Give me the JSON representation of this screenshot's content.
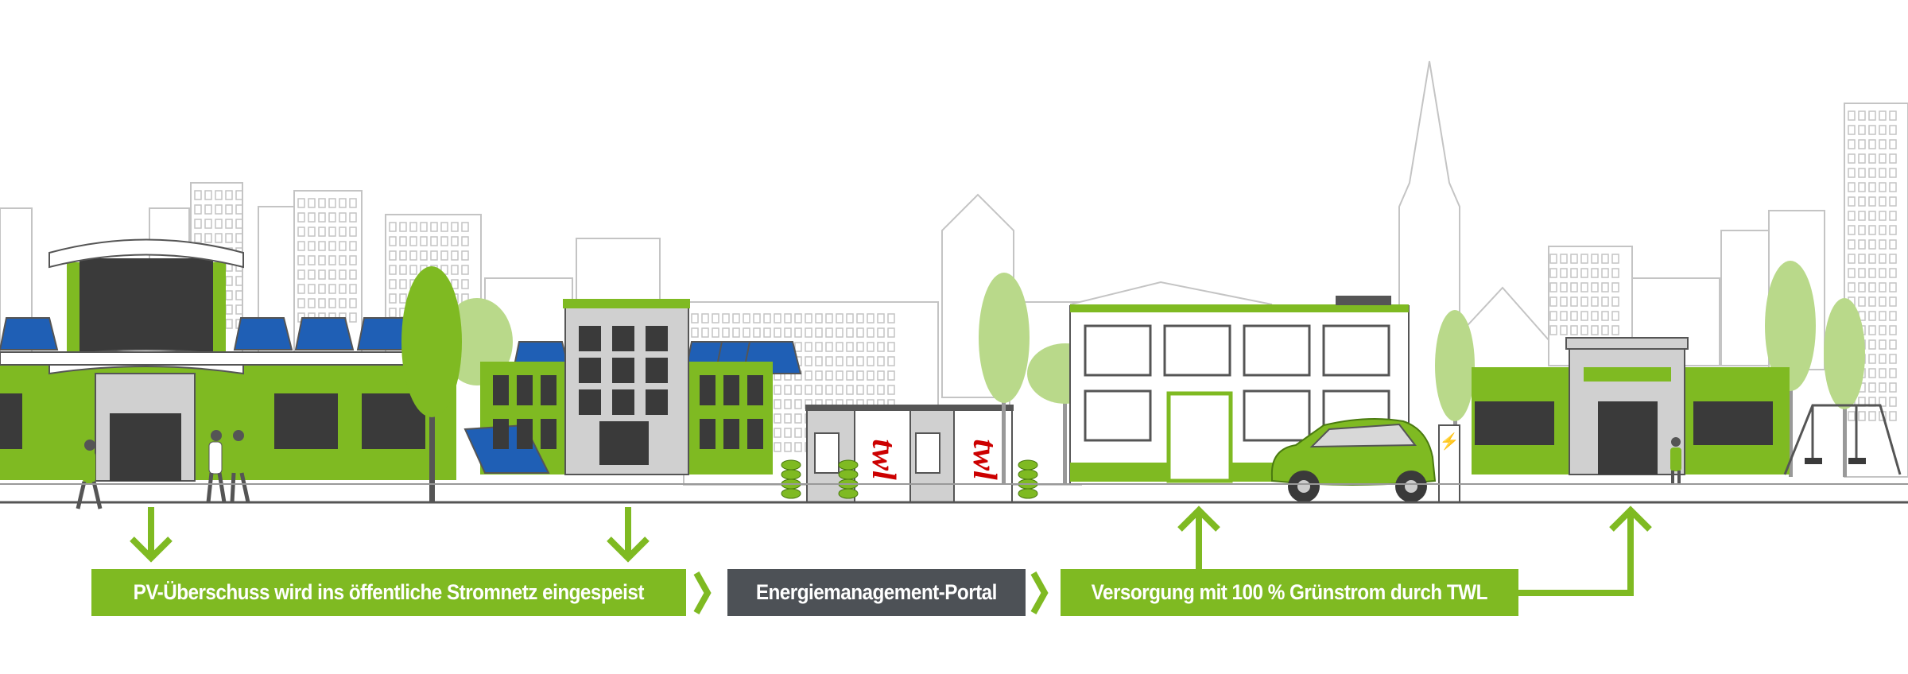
{
  "flow": {
    "step1": "PV-Überschuss wird ins öffentliche Stromnetz eingespeist",
    "step2": "Energiemanagement-Portal",
    "step3": "Versorgung mit 100 % Grünstrom durch TWL"
  },
  "kiosk": {
    "logo": "twl"
  },
  "colors": {
    "green": "#7fba22",
    "light_green": "#b9d98a",
    "gray": "#4d5156",
    "logo_red": "#cc0000"
  }
}
